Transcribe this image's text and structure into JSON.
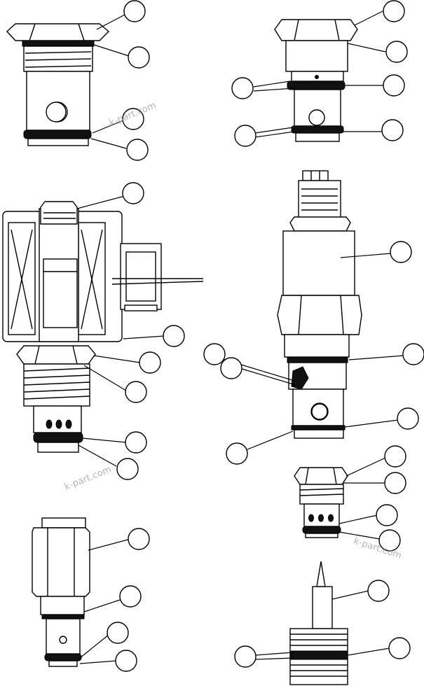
{
  "diagram": {
    "watermarks": [
      "k-part.com",
      "k-part.com",
      "k-part.com"
    ]
  }
}
